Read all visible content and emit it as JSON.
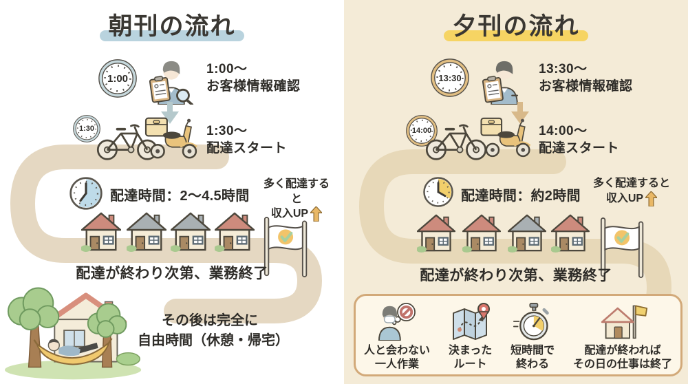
{
  "colors": {
    "morning_accent": "#b9d3de",
    "evening_accent": "#f6d463",
    "evening_background": "#f4ebd7",
    "road": "#e5d8c0",
    "income_arrow": "#e9b866",
    "check_circle": "#f2c46a",
    "check_mark": "#a7d0a0"
  },
  "morning": {
    "title": "朝刊の流れ",
    "step1": {
      "clock": "1:00",
      "line1": "1:00〜",
      "line2": "お客様情報確認"
    },
    "step2": {
      "clock": "1:30",
      "line1": "1:30〜",
      "line2": "配達スタート"
    },
    "delivery_time": "配達時間：2〜4.5時間",
    "income": {
      "line1": "多く配達すると",
      "line2": "収入UP"
    },
    "finish": "配達が終わり次第、業務終了",
    "free_time": {
      "line1": "その後は完全に",
      "line2": "自由時間（休憩・帰宅）"
    }
  },
  "evening": {
    "title": "夕刊の流れ",
    "step1": {
      "clock": "13:30",
      "line1": "13:30〜",
      "line2": "お客様情報確認"
    },
    "step2": {
      "clock": "14:00",
      "line1": "14:00〜",
      "line2": "配達スタート"
    },
    "delivery_time": "配達時間：約2時間",
    "income": {
      "line1": "多く配達すると",
      "line2": "収入UP"
    },
    "finish": "配達が終わり次第、業務終了",
    "benefits": [
      {
        "icon": "solo-work",
        "line1": "人と会わない",
        "line2": "一人作業"
      },
      {
        "icon": "fixed-route",
        "line1": "決まった",
        "line2": "ルート"
      },
      {
        "icon": "short-time",
        "line1": "短時間で",
        "line2": "終わる"
      },
      {
        "icon": "work-done",
        "line1": "配達が終われば",
        "line2": "その日の仕事は終了"
      }
    ]
  }
}
